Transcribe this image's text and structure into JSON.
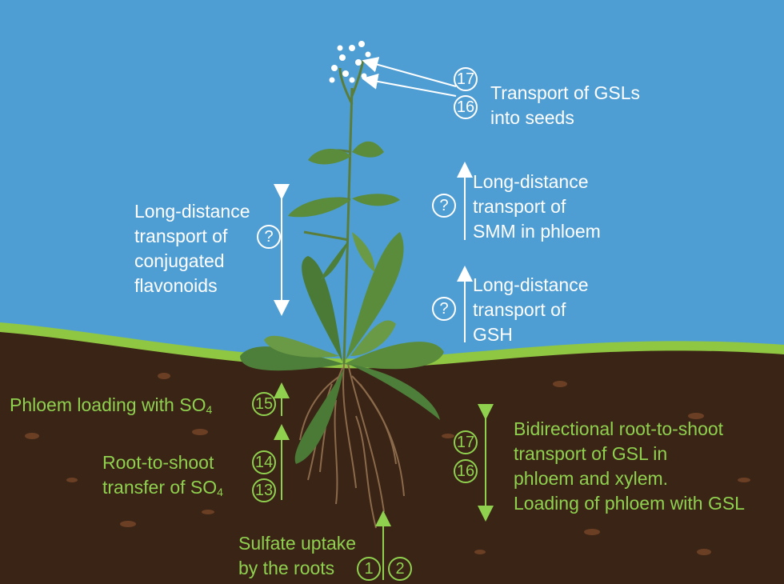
{
  "colors": {
    "sky": "#4f9ed3",
    "soil": "#3a2416",
    "grass": "#8fc743",
    "label_white": "#ffffff",
    "label_green": "#8fd14f",
    "leaf": "#4e7f3a",
    "root": "#8a6a4a"
  },
  "seeds": {
    "num_17": "17",
    "num_16": "16",
    "line1": "Transport of GSLs",
    "line2": "into seeds"
  },
  "smm": {
    "q": "?",
    "line1": "Long-distance",
    "line2": "transport of",
    "line3": "SMM in phloem"
  },
  "gsh": {
    "q": "?",
    "line1": "Long-distance",
    "line2": "transport of",
    "line3": "GSH"
  },
  "flavonoids": {
    "q": "?",
    "line1": "Long-distance",
    "line2": "transport of",
    "line3": "conjugated",
    "line4": "flavonoids"
  },
  "phloem_loading": {
    "text": "Phloem loading with SO",
    "sub": "4",
    "num": "15"
  },
  "root_shoot": {
    "line1": "Root-to-shoot",
    "line2": "transfer of SO",
    "sub": "4",
    "num_a": "14",
    "num_b": "13"
  },
  "bidirectional": {
    "num_a": "17",
    "num_b": "16",
    "line1": "Bidirectional root-to-shoot",
    "line2": "transport of GSL in",
    "line3": "phloem and xylem.",
    "line4": "Loading of phloem with GSL"
  },
  "uptake": {
    "line1": "Sulfate uptake",
    "line2": "by the roots",
    "num_a": "1",
    "num_b": "2"
  }
}
